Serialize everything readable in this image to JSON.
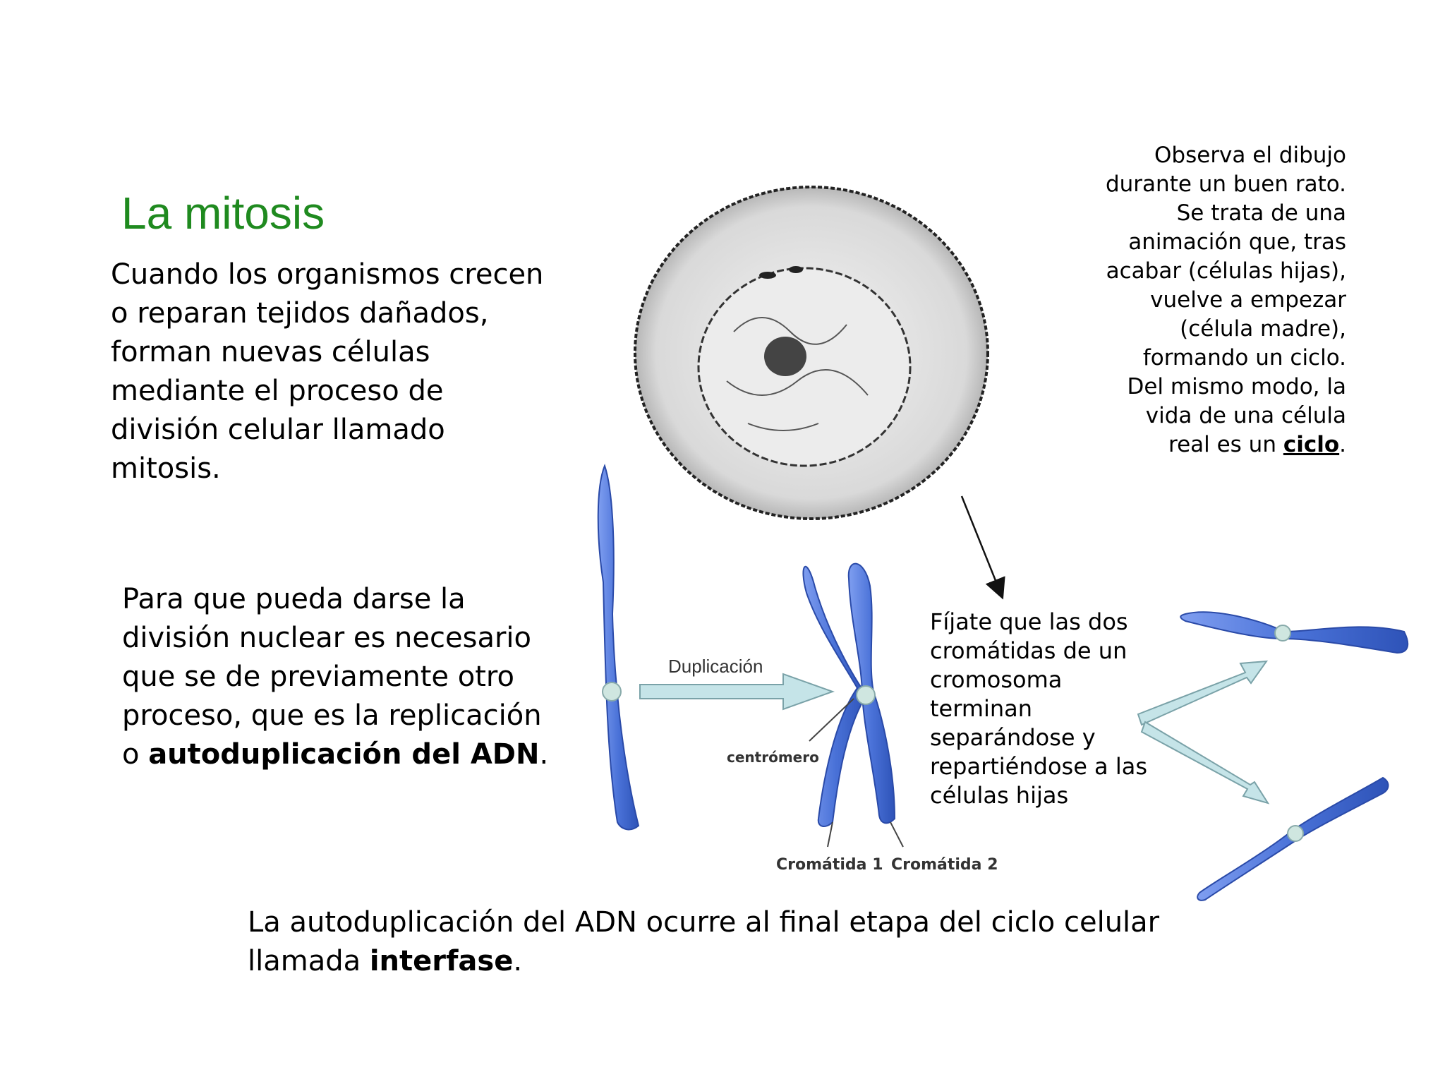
{
  "slide": {
    "title": "La mitosis",
    "intro": "Cuando los organismos crecen o reparan tejidos dañados, forman nuevas células mediante el proceso de división celular llamado mitosis.",
    "replication": {
      "text": "Para que pueda darse la división nuclear es necesario que se de previamente otro proceso, que es la replicación o ",
      "bold": "autoduplicación del ADN",
      "end": "."
    },
    "conclusion": {
      "text": "La autoduplicación del ADN ocurre al final etapa del ciclo celular llamada ",
      "bold": "interfase",
      "end": "."
    },
    "note": {
      "text": "Observa el dibujo durante un buen rato. Se trata de una animación que, tras acabar (células hijas), vuelve a empezar (célula madre), formando un ciclo. Del mismo modo, la vida de una célula real es un ",
      "bold": "ciclo",
      "end": "."
    },
    "chromatid_note": "Fíjate que las dos cromátidas de un cromosoma terminan separándose y repartiéndose a las células hijas"
  },
  "diagram": {
    "duplication_label": "Duplicación",
    "centromere_label": "centrómero",
    "chromatid1_label": "Cromátida 1",
    "chromatid2_label": "Cromátida 2"
  },
  "colors": {
    "title": "#1f8a1f",
    "chromosome": "#4a72d8",
    "arrow_fill": "#c5e4e8",
    "arrow_stroke": "#7aa2a8"
  }
}
